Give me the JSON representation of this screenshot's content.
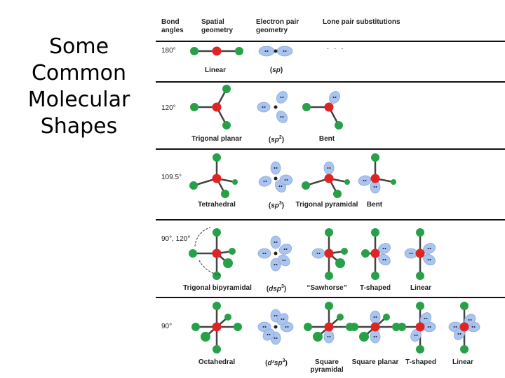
{
  "slide_title": [
    "Some",
    "Common",
    "Molecular",
    "Shapes"
  ],
  "headers": {
    "bond_angles": [
      "Bond",
      "angles"
    ],
    "spatial_geometry": [
      "Spatial",
      "geometry"
    ],
    "electron_pair_geometry": [
      "Electron pair",
      "geometry"
    ],
    "lone_pair_substitutions": "Lone pair substitutions"
  },
  "rows": [
    {
      "angle": "180°",
      "spatial": "Linear",
      "hybrid_base": "sp",
      "hybrid_sup": "",
      "subs": [],
      "dots": "· · ·"
    },
    {
      "angle": "120°",
      "spatial": "Trigonal planar",
      "hybrid_base": "sp",
      "hybrid_sup": "2",
      "subs": [
        "Bent"
      ]
    },
    {
      "angle": "109.5°",
      "spatial": "Tetrahedral",
      "hybrid_base": "sp",
      "hybrid_sup": "3",
      "subs": [
        "Trigonal pyramidal",
        "Bent"
      ]
    },
    {
      "angle": "90°, 120°",
      "spatial": "Trigonal bipyramidal",
      "hybrid_base": "dsp",
      "hybrid_sup": "3",
      "subs": [
        "“Sawhorse”",
        "T-shaped",
        "Linear"
      ]
    },
    {
      "angle": "90°",
      "spatial": "Octahedral",
      "hybrid_base": "d²sp",
      "hybrid_sup": "3",
      "subs": [
        "Square pyramidal",
        "Square planar",
        "T-shaped",
        "Linear"
      ]
    }
  ],
  "colors": {
    "central_atom": "#e02424",
    "ligand_atom": "#27a148",
    "lone_pair": "#a9c4ef",
    "bond": "#444444"
  }
}
